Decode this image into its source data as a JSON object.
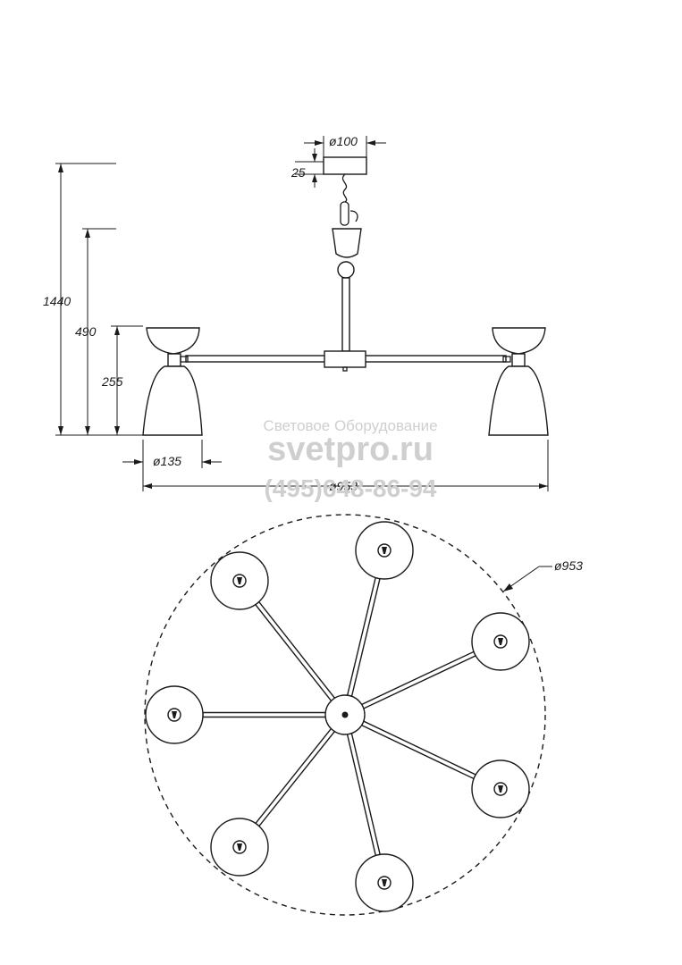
{
  "dimensions": {
    "total_height": "1440",
    "body_height": "490",
    "shade_height": "255",
    "shade_diameter": "ø135",
    "span_diameter": "ø953",
    "canopy_diameter": "ø100",
    "canopy_height": "25",
    "plan_diameter": "ø953"
  },
  "watermark": {
    "line1": "Световое Оборудование",
    "line2": "svetpro.ru",
    "line3": "(495)648-86-94"
  },
  "plan": {
    "arm_angles_deg": [
      -80,
      -20,
      25,
      80,
      120,
      180,
      230
    ]
  }
}
